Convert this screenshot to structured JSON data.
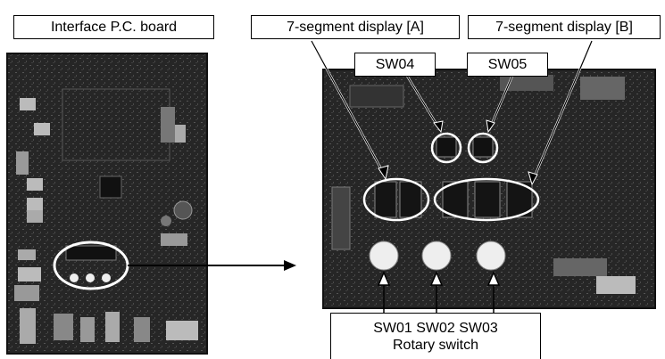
{
  "labels": {
    "board_title": "Interface P.C. board",
    "seg_a": "7-segment display [A]",
    "seg_b": "7-segment display [B]",
    "sw04": "SW04",
    "sw05": "SW05",
    "rotary_line1": "SW01 SW02 SW03",
    "rotary_line2": "Rotary switch"
  },
  "colors": {
    "board_dark": "#202020",
    "board_mid": "#3a3a3a",
    "line": "#000000",
    "highlight": "#ffffff"
  }
}
